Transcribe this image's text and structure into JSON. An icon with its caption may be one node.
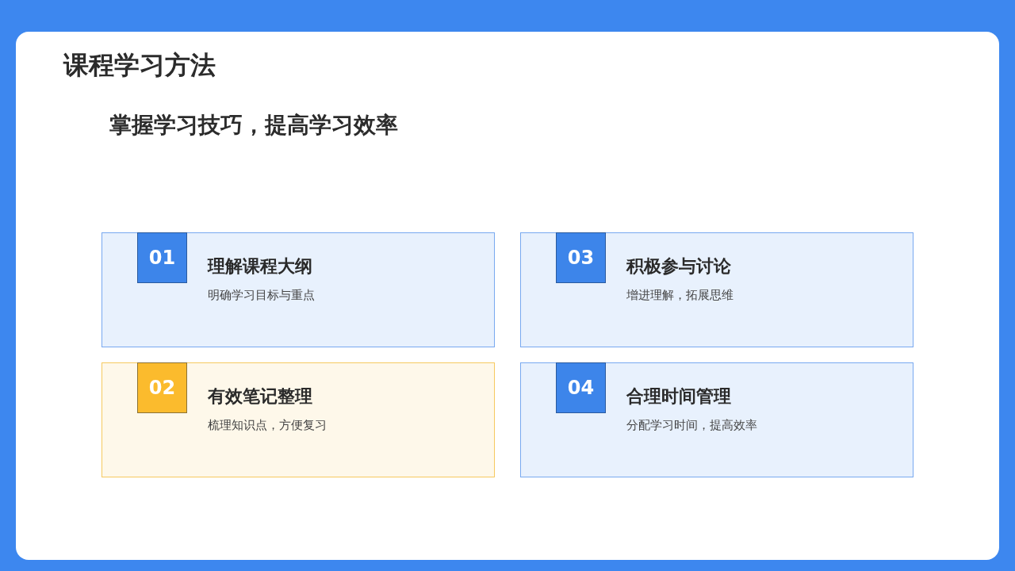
{
  "diagram": {
    "title": "课程学习方法",
    "nodes": [
      {
        "text": [
          "理解课程大纲",
          "明确学习目标与重点"
        ]
      },
      {
        "text": [
          "01"
        ],
        "in": 0
      },
      {
        "text": [
          "有效笔记整理",
          "梳理知识点，方便复习"
        ]
      },
      {
        "text": [
          "02"
        ],
        "in": 2
      },
      {
        "text": [
          "积极参与讨论",
          "增进理解，拓展思维"
        ]
      },
      {
        "text": [
          "03"
        ],
        "in": 4
      },
      {
        "text": [
          "合理时间管理",
          "分配学习时间，提高效率"
        ]
      },
      {
        "text": [
          "04"
        ],
        "in": 6
      }
    ],
    "labels": [
      "掌握学习技巧，提高学习效率"
    ]
  }
}
